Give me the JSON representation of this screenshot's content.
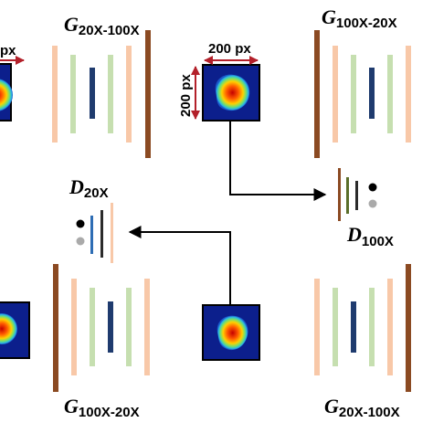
{
  "labels": {
    "g_top_left": {
      "main": "G",
      "sub": "20X-100X"
    },
    "g_top_right": {
      "main": "G",
      "sub": "100X-20X"
    },
    "g_bottom_left": {
      "main": "G",
      "sub": "100X-20X"
    },
    "g_bottom_right": {
      "main": "G",
      "sub": "20X-100X"
    },
    "d_left": {
      "main": "D",
      "sub": "20X"
    },
    "d_right": {
      "main": "D",
      "sub": "100X"
    }
  },
  "dimensions": {
    "width_text": "200 px",
    "height_text": "200 px",
    "left_partial_text": "px"
  },
  "colors": {
    "encoder_peach": "#f8c8a8",
    "encoder_green": "#c6dfb0",
    "bottleneck_navy": "#1f3b6e",
    "output_brown": "#8b4a22",
    "arrow": "#000000",
    "dimension_arrow": "#b3202a",
    "image_bg": "#0c1f8c",
    "disc_blue": "#2e6db4",
    "disc_olive": "#5a6e2a",
    "disc_brown": "#8b4a22",
    "disc_dark": "#2b2b2b",
    "disc_peach": "#f8c8a8",
    "dot_black": "#000000",
    "dot_gray": "#aaaaaa"
  }
}
